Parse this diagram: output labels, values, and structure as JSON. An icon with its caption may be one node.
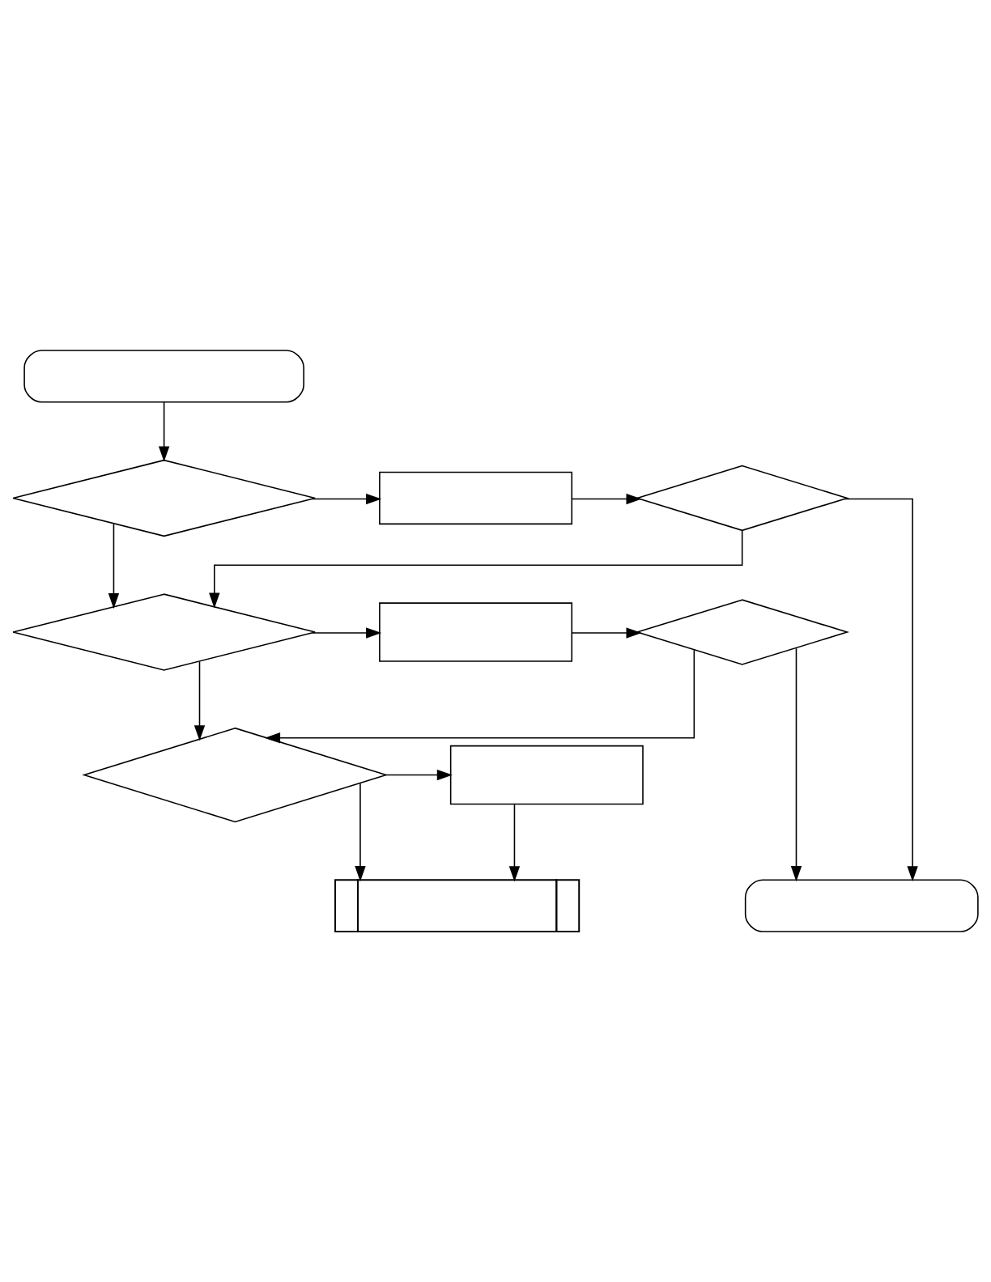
{
  "diagram": {
    "nodes": [
      {
        "text": [],
        "shape": "stadium"
      },
      {
        "text": [],
        "shape": "diamond"
      },
      {
        "text": [],
        "shape": "box"
      },
      {
        "text": [],
        "shape": "diamond"
      },
      {
        "text": [],
        "shape": "diamond"
      },
      {
        "text": [],
        "shape": "box"
      },
      {
        "text": [],
        "shape": "diamond"
      },
      {
        "text": [],
        "shape": "diamond"
      },
      {
        "text": [],
        "shape": "box"
      },
      {
        "text": [],
        "shape": "subroutine"
      },
      {
        "text": [],
        "shape": "stadium"
      }
    ],
    "edges": [
      {
        "from": 0,
        "to": 1,
        "arrow": "to"
      },
      {
        "from": 1,
        "to": 2,
        "arrow": "to"
      },
      {
        "from": 2,
        "to": 3,
        "arrow": "to"
      },
      {
        "from": 3,
        "to": 4,
        "arrow": "to"
      },
      {
        "from": 1,
        "to": 4,
        "arrow": "to"
      },
      {
        "from": 3,
        "to": 10,
        "arrow": "to"
      },
      {
        "from": 4,
        "to": 5,
        "arrow": "to"
      },
      {
        "from": 5,
        "to": 6,
        "arrow": "to"
      },
      {
        "from": 6,
        "to": 7,
        "arrow": "to"
      },
      {
        "from": 4,
        "to": 7,
        "arrow": "to"
      },
      {
        "from": 6,
        "to": 10,
        "arrow": "to"
      },
      {
        "from": 7,
        "to": 8,
        "arrow": "to"
      },
      {
        "from": 8,
        "to": 9,
        "arrow": "to"
      },
      {
        "from": 7,
        "to": 9,
        "arrow": "to"
      }
    ]
  }
}
